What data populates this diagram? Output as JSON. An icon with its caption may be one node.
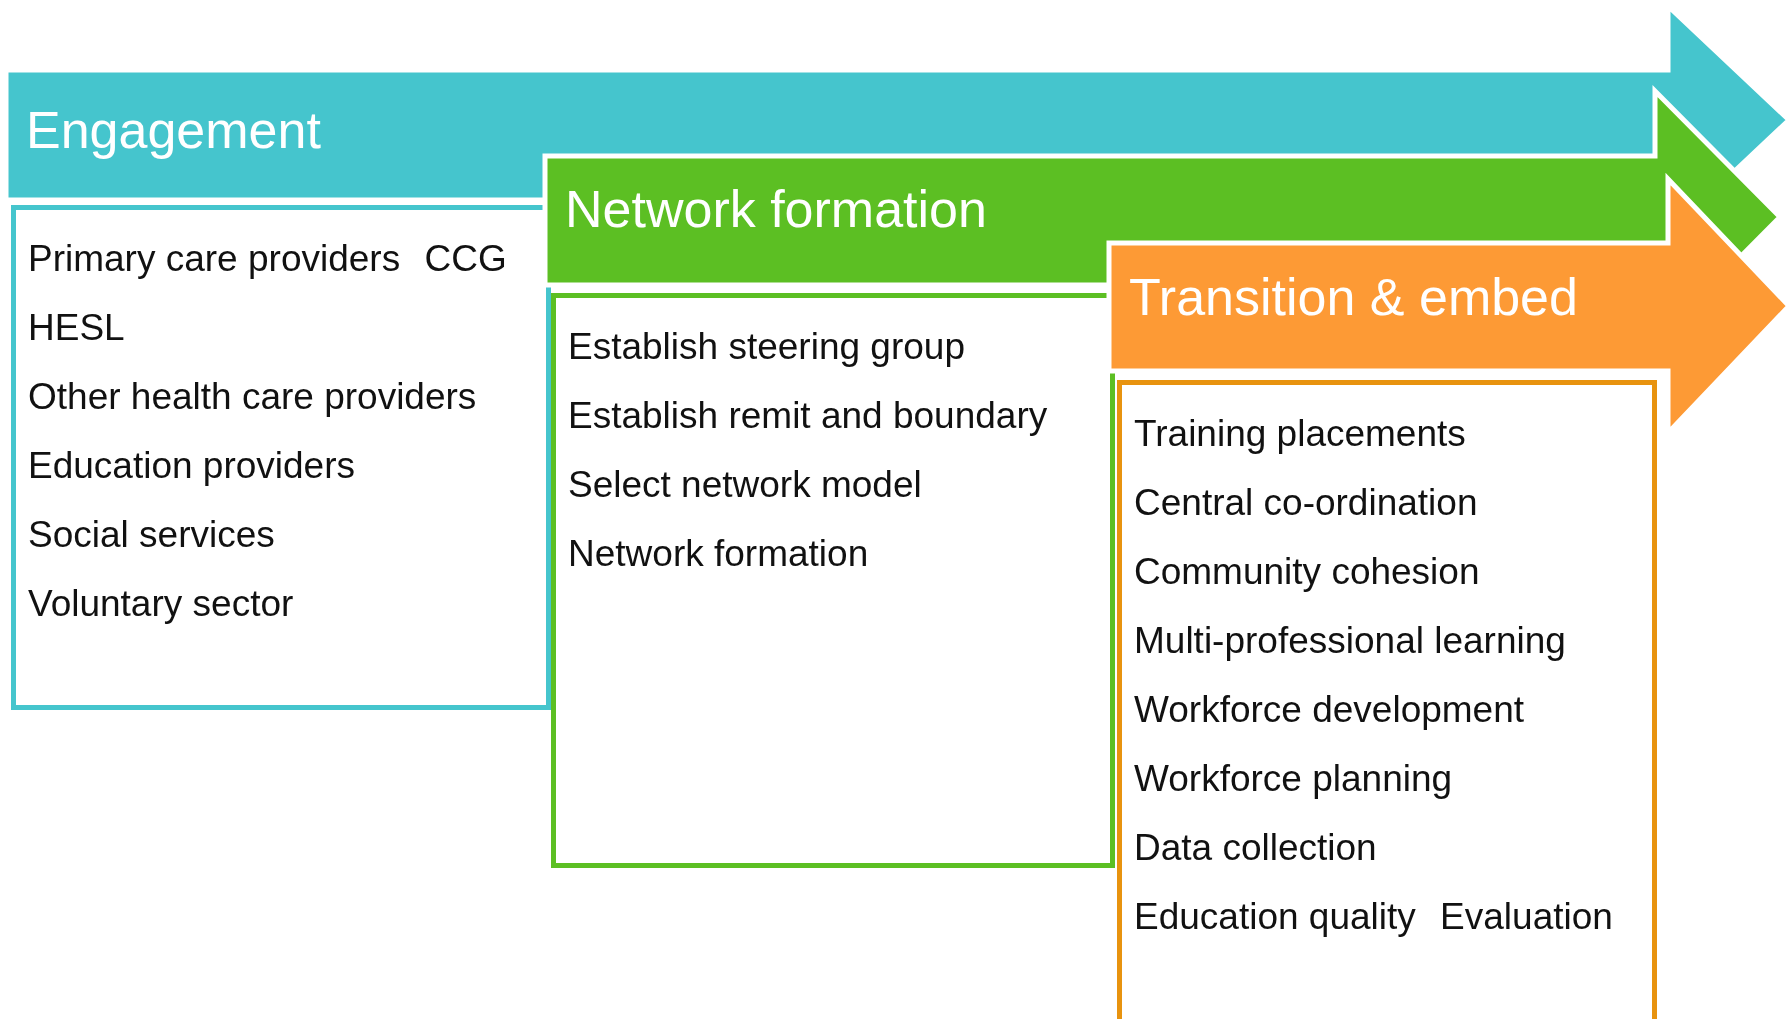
{
  "diagram": {
    "nodes": [
      {
        "text": [
          "Engagement"
        ]
      },
      {
        "text": [
          "Primary care providers",
          "CCG",
          "HESL",
          "Other health care providers",
          "Education providers",
          "Social services",
          "Voluntary sector"
        ]
      },
      {
        "text": [
          "Network formation"
        ]
      },
      {
        "text": [
          "Establish steering group",
          "Establish remit and boundary",
          "Select network model",
          "Network formation"
        ]
      },
      {
        "text": [
          "Transition & embed"
        ]
      },
      {
        "text": [
          "Training placements",
          "Central co-ordination",
          "Community cohesion",
          "Multi-professional learning",
          "Workforce development",
          "Workforce planning",
          "Data collection",
          "Education quality",
          "Evaluation"
        ]
      }
    ],
    "edges": []
  }
}
